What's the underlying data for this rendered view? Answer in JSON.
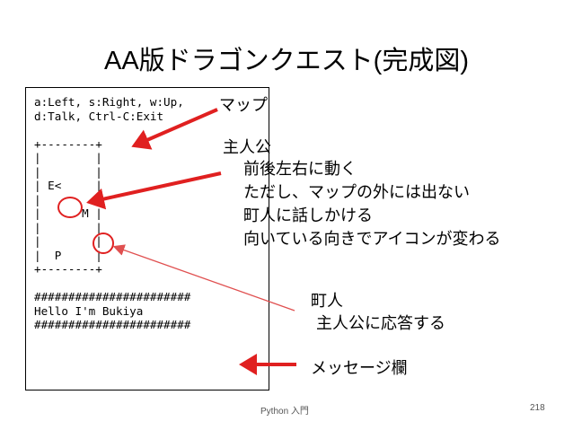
{
  "title": "AA版ドラゴンクエスト(完成図)",
  "terminal": {
    "lines": [
      "a:Left, s:Right, w:Up,",
      "d:Talk, Ctrl-C:Exit",
      "",
      "+--------+",
      "|        |",
      "|        |",
      "| E<     |",
      "|        |",
      "|      M |",
      "|        |",
      "|        |",
      "|  P     |",
      "+--------+",
      "",
      "#######################",
      "Hello I'm Bukiya",
      "#######################"
    ]
  },
  "annotations": {
    "map": "マップ",
    "hero": "主人公",
    "hero_desc": [
      "前後左右に動く",
      "ただし、マップの外には出ない",
      "町人に話しかける",
      "向いている向きでアイコンが変わる"
    ],
    "townsperson": "町人",
    "townsperson_desc": "主人公に応答する",
    "message": "メッセージ欄"
  },
  "footer": {
    "label": "Python 入門",
    "page": "218"
  },
  "colors": {
    "arrow": "#e02020",
    "thin_arrow": "#e05050"
  }
}
